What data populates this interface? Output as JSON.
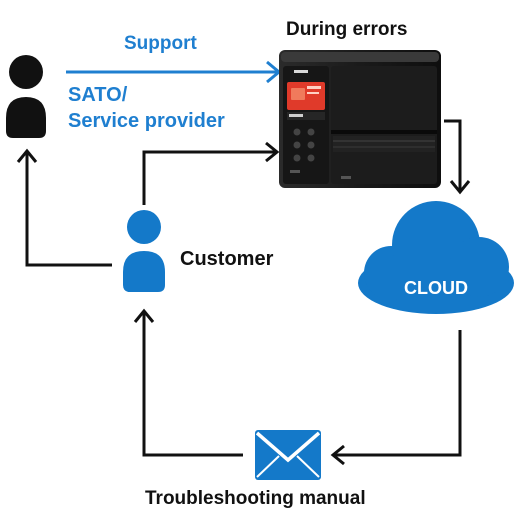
{
  "colors": {
    "accent_blue": "#1f7fd0",
    "icon_blue": "#1479c9",
    "ink": "#111111"
  },
  "labels": {
    "during_errors": "During errors",
    "support": "Support",
    "provider_line1": "SATO/",
    "provider_line2": "Service provider",
    "customer": "Customer",
    "cloud": "CLOUD",
    "manual": "Troubleshooting manual"
  },
  "icons": {
    "provider": "person-icon",
    "customer": "person-icon",
    "printer": "label-printer",
    "cloud": "cloud-icon",
    "manual": "envelope-icon"
  }
}
